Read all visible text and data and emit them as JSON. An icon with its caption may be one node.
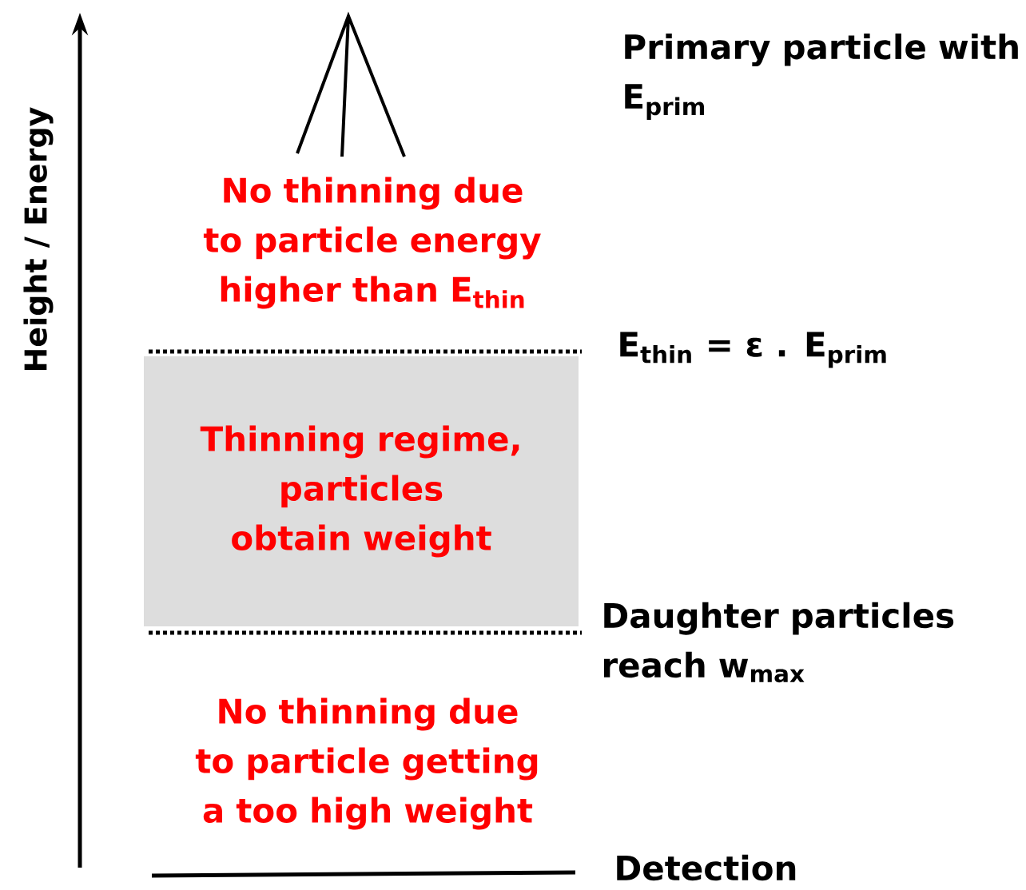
{
  "diagram": {
    "nodes": [
      {
        "text": [
          "Thinning regime, particles obtain weight"
        ]
      }
    ],
    "labels": [
      "Primary particle with E$_{prim}$",
      "Height / Energy",
      "No thinning due to particle energy higher than E$_{thin}$",
      "E$_{thin}$ = ε . E$_{prim}$",
      "Daughter particles reach w$_{max}$",
      "No thinning due to particle getting a too high weight",
      "Detection"
    ]
  }
}
